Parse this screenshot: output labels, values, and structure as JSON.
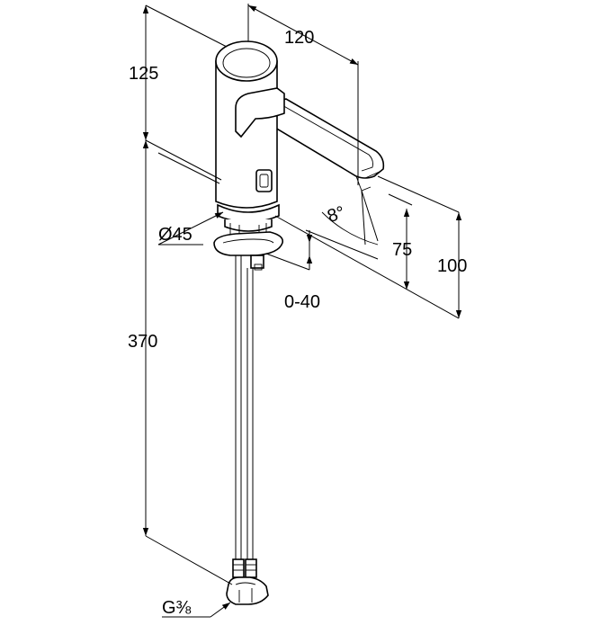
{
  "drawing": {
    "dimensions": {
      "top_height": "125",
      "total_height": "370",
      "spout_reach": "120",
      "outlet_height": "100",
      "spout_clearance": "75",
      "angle": "8°",
      "body_diameter": "Ø45",
      "deck_thickness": "0-40",
      "connection": "G⅜"
    }
  }
}
